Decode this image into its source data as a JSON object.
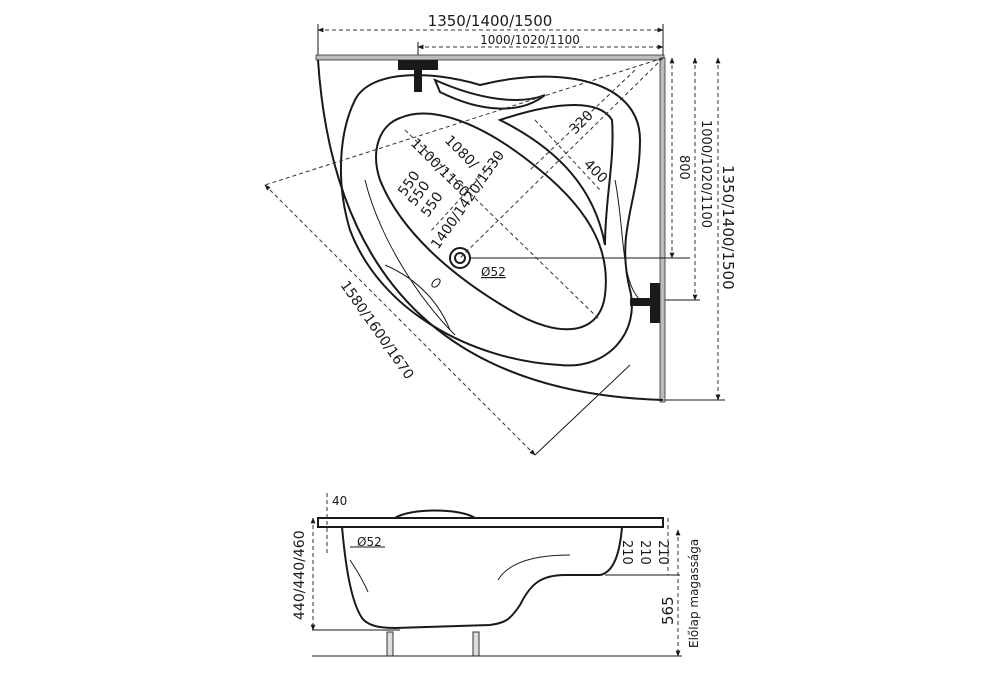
{
  "top_view": {
    "dim_overall_width": "1350/1400/1500",
    "dim_inner_width": "1000/1020/1100",
    "dim_right_800": "800",
    "dim_right_inner": "1000/1020/1100",
    "dim_right_overall": "1350/1400/1500",
    "dim_diagonal": "1580/1600/1670",
    "dim_basin_width": "1100/1160",
    "dim_basin_width_alt": "1080/",
    "dim_basin_length": "1400/1420/1530",
    "dim_550_a": "550",
    "dim_550_b": "550",
    "dim_550_c": "550",
    "dim_320": "320",
    "dim_400": "400",
    "drain_diameter": "Ø52"
  },
  "side_view": {
    "dim_rim": "40",
    "dim_height": "440/440/460",
    "drain_diameter": "Ø52",
    "dim_210_a": "210",
    "dim_210_b": "210",
    "dim_210_c": "210",
    "dim_565": "565",
    "panel_height_label": "Előlap magassága"
  }
}
